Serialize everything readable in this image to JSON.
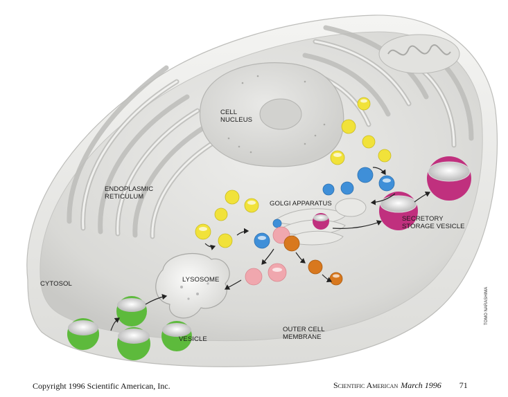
{
  "labels": {
    "cell_nucleus": "CELL\nNUCLEUS",
    "endoplasmic_reticulum": "ENDOPLASMIC\nRETICULUM",
    "golgi_apparatus": "GOLGI APPARATUS",
    "secretory_storage_vesicle": "SECRETORY\nSTORAGE VESICLE",
    "cytosol": "CYTOSOL",
    "lysosome": "LYSOSOME",
    "outer_cell_membrane": "OUTER CELL\nMEMBRANE",
    "vesicle": "VESICLE"
  },
  "credit": "TOMO NARASHIMA",
  "footer": {
    "copyright": "Copyright 1996 Scientific American, Inc.",
    "publication": "Scientific American",
    "date": "March 1996",
    "page": "71"
  },
  "colors": {
    "cytosol": "#e6e6e3",
    "membrane": "#f2f2f0",
    "yellow_vesicle": "#f1e23a",
    "blue_vesicle": "#3f8fd8",
    "pink_vesicle": "#f0a7ae",
    "orange_vesicle": "#d8781e",
    "magenta_vesicle": "#c0307e",
    "green_vesicle": "#5dba3c"
  }
}
